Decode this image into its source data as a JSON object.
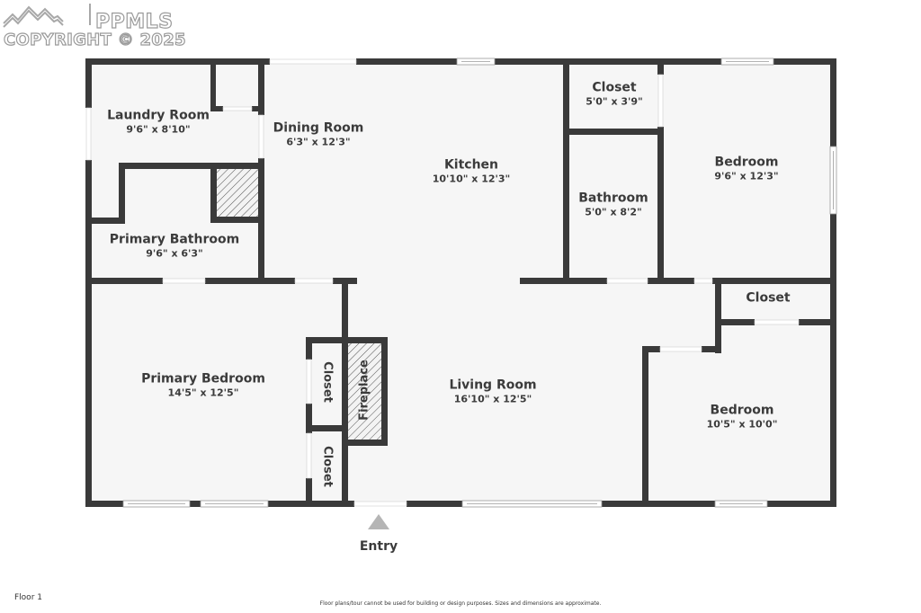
{
  "watermark": {
    "brand": "PPMLS",
    "copyright": "COPYRIGHT © 2025",
    "icon": "mountains-icon"
  },
  "floorplan": {
    "rooms": [
      {
        "name": "Laundry Room",
        "dims": "9'6\" x 8'10\""
      },
      {
        "name": "Dining Room",
        "dims": "6'3\" x 12'3\""
      },
      {
        "name": "Kitchen",
        "dims": "10'10\" x 12'3\""
      },
      {
        "name": "Closet",
        "dims": "5'0\" x 3'9\""
      },
      {
        "name": "Bedroom",
        "dims": "9'6\" x 12'3\""
      },
      {
        "name": "Bathroom",
        "dims": "5'0\" x 8'2\""
      },
      {
        "name": "Primary Bathroom",
        "dims": "9'6\" x 6'3\""
      },
      {
        "name": "Closet",
        "dims": ""
      },
      {
        "name": "Primary Bedroom",
        "dims": "14'5\" x 12'5\""
      },
      {
        "name": "Closet",
        "dims": ""
      },
      {
        "name": "Closet",
        "dims": ""
      },
      {
        "name": "Fireplace",
        "dims": ""
      },
      {
        "name": "Living Room",
        "dims": "16'10\" x 12'5\""
      },
      {
        "name": "Bedroom",
        "dims": "10'5\" x 10'0\""
      }
    ],
    "entry_label": "Entry",
    "colors": {
      "wall": "#3a3a3a",
      "floor": "#f6f6f6",
      "entry_marker": "#b5b5b5"
    }
  },
  "footer": {
    "floor_label": "Floor 1",
    "disclaimer": "Floor plans/tour cannot be used for building or design purposes. Sizes and dimensions are approximate."
  }
}
